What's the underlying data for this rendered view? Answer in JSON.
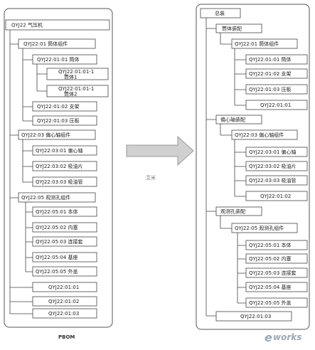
{
  "pbom": {
    "caption": "PBOM",
    "nodes": {
      "root": "QYJ22 气压机",
      "n1": "QYJ22:01 筒体组件",
      "n1a": "QYJ22:01:01 筒体",
      "n1a1a": "QYJ22:01:01-1",
      "n1a1b": "筒体1",
      "n1a2a": "QYJ22:01:01-1",
      "n1a2b": "筒体2",
      "n1b": "QYJ22:01:02 支架",
      "n1c": "QYJ22:01:03 压板",
      "n3": "QYJ22:03 偏心轴组件",
      "n3a": "QYJ22:03:01 偏心轴",
      "n3b": "QYJ22:03:02 吸油片",
      "n3c": "QYJ22:03:03 吸油管",
      "n5": "QYJ22:05 观测孔组件",
      "n5a": "QYJ22:05:01 本体",
      "n5b": "QYJ22:05:02 内塞",
      "n5c": "QYJ22:05:03 连接套",
      "n5d": "QYJ22:05:04 基座",
      "n5e": "QYJ22:05:05 外盖",
      "l1": "QYJ22:01:01",
      "l2": "QYJ22:01:02",
      "l3": "QYJ22:01:03"
    }
  },
  "mbom": {
    "nodes": {
      "root": "总装",
      "s1": "筒体装配",
      "s1g": "QYJ22:01 筒体组件",
      "s1a": "QYJ22:01:01 筒体",
      "s1b": "QYJ22:01:02 支架",
      "s1c": "QYJ22:01:03 压板",
      "s1d": "QYJ22:01:01",
      "s2": "偏心轴装配",
      "s2g": "QYJ22:03 偏心轴组件",
      "s2a": "QYJ22:03:01 偏心轴",
      "s2b": "QYJ22:03:02 吸油片",
      "s2c": "QYJ22:03:03 吸油管",
      "s2d": "QYJ22:01:02",
      "s3": "观测孔装配",
      "s3g": "QYJ22:05 观测孔组件",
      "s3a": "QYJ22:05:01 本体",
      "s3b": "QYJ22:05:02 内塞",
      "s3c": "QYJ22:05:03 连接套",
      "s3d": "QYJ22:05:04 基座",
      "s3e": "QYJ22:05:05 外盖",
      "s4": "QYJ22:01:03"
    }
  },
  "watermark": "艾米",
  "logo": {
    "e": "e",
    "rest": "works"
  },
  "colors": {
    "line": "#444444",
    "arrow_fill": "#d0d0d0",
    "arrow_stroke": "#9a9a9a",
    "logo": "#9aa8b4"
  }
}
